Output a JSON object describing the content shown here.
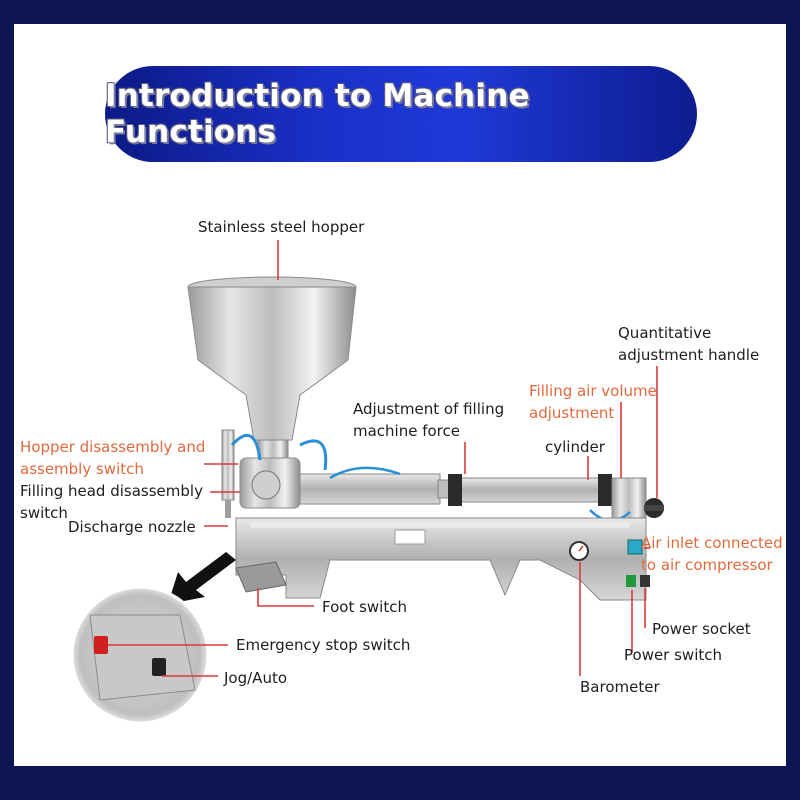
{
  "title": "Introduction to Machine Functions",
  "colors": {
    "background": "#0d1550",
    "banner": "#1f39d8",
    "accent_label": "#e06a3c",
    "label": "#1e1e1e",
    "leader_line": "#d83a3a"
  },
  "labels": {
    "stainless_steel_hopper": "Stainless steel hopper",
    "quantitative_adjustment_handle_1": "Quantitative",
    "quantitative_adjustment_handle_2": "adjustment handle",
    "filling_air_volume_1": "Filling air volume",
    "filling_air_volume_2": "adjustment",
    "filling_force_1": "Adjustment of filling",
    "filling_force_2": "machine force",
    "cylinder": "cylinder",
    "hopper_switch_1": "Hopper disassembly and",
    "hopper_switch_2": "assembly switch",
    "filling_head_switch_1": "Filling head disassembly",
    "filling_head_switch_2": "switch",
    "discharge_nozzle": "Discharge nozzle",
    "air_inlet_1": "Air inlet connected",
    "air_inlet_2": "to air compressor",
    "foot_switch": "Foot switch",
    "power_socket": "Power socket",
    "emergency_stop_switch": "Emergency stop switch",
    "power_switch": "Power switch",
    "jog_auto": "Jog/Auto",
    "barometer": "Barometer"
  }
}
